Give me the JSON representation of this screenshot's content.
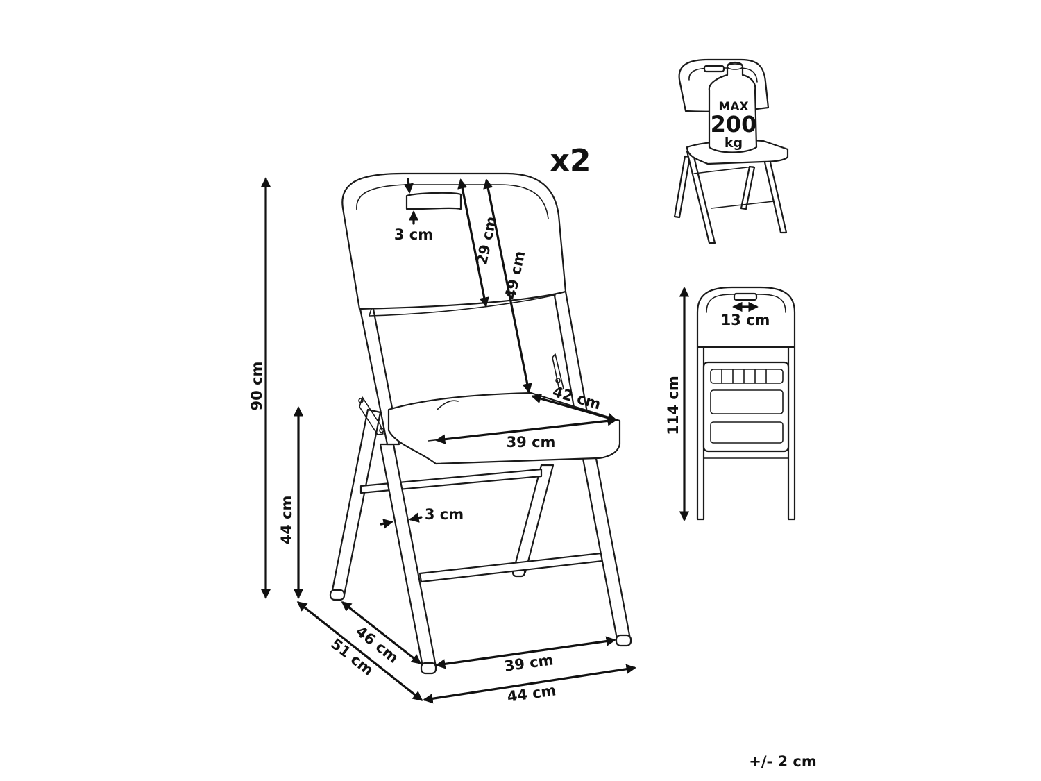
{
  "quantity": "x2",
  "tolerance": "+/- 2 cm",
  "max_load": {
    "line1": "MAX",
    "line2": "200",
    "line3": "kg"
  },
  "dimensions": {
    "total_height": "90 cm",
    "seat_height": "44 cm",
    "backrest_height": "29 cm",
    "seat_to_top": "49 cm",
    "handle_height": "3 cm",
    "seat_depth": "42 cm",
    "seat_width": "39 cm",
    "leg_thickness": "3 cm",
    "inner_depth": "46 cm",
    "total_depth": "51 cm",
    "inner_width": "39 cm",
    "total_width": "44 cm",
    "folded_height": "114 cm",
    "handle_width": "13 cm"
  }
}
